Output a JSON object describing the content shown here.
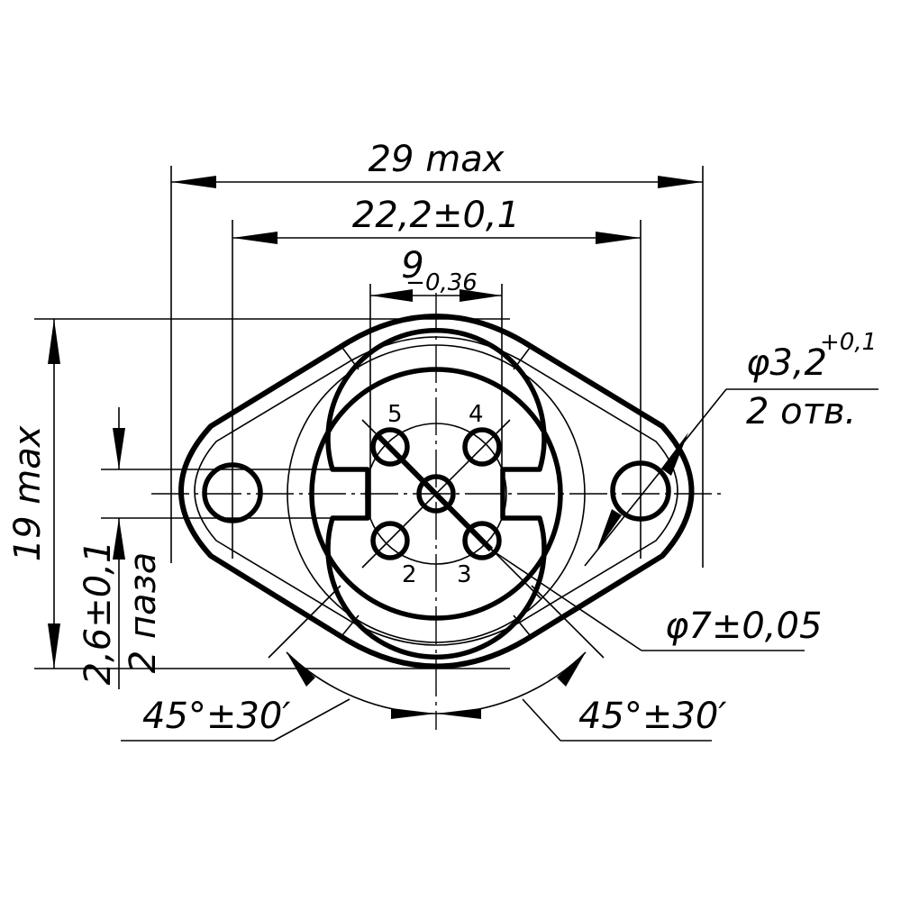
{
  "dimensions": {
    "overall_width": "29 max",
    "mounting_spacing": "22,2±0,1",
    "slot_span_nominal": "9",
    "slot_span_tolerance": "−0,36",
    "mounting_hole_diameter": "φ3,2",
    "mounting_hole_tolerance": "+0,1",
    "mounting_hole_count": "2 отв.",
    "overall_height": "19 max",
    "slot_width": "2,6±0,1",
    "slot_count": "2 паза",
    "pin_circle_diameter": "φ7±0,05",
    "angle_left": "45°±30′",
    "angle_right": "45°±30′"
  },
  "pins": {
    "pin_2": "2",
    "pin_3": "3",
    "pin_4": "4",
    "pin_5": "5"
  }
}
